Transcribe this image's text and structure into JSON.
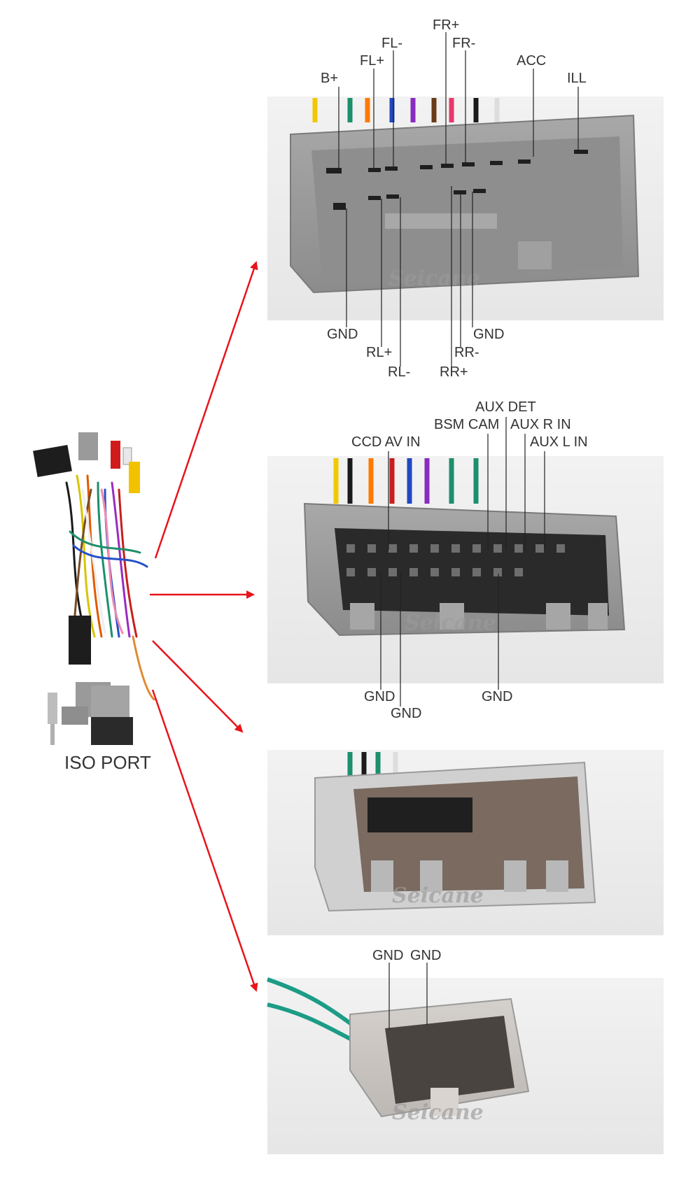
{
  "iso_port": {
    "label": "ISO PORT"
  },
  "watermark": "Seicane",
  "panels": [
    {
      "id": "connector-1",
      "top_labels": [
        "B+",
        "FL+",
        "FL-",
        "FR+",
        "FR-",
        "ACC",
        "ILL"
      ],
      "bottom_labels": [
        "GND",
        "RL+",
        "RL-",
        "RR-",
        "GND",
        "RR+"
      ]
    },
    {
      "id": "connector-2",
      "top_labels": [
        "CCD AV IN",
        "BSM CAM",
        "AUX DET",
        "AUX R IN",
        "AUX L IN"
      ],
      "bottom_labels": [
        "GND",
        "GND",
        "GND"
      ]
    },
    {
      "id": "connector-3",
      "top_labels": [],
      "bottom_labels": []
    },
    {
      "id": "connector-4",
      "top_labels": [
        "GND",
        "GND"
      ],
      "bottom_labels": []
    }
  ],
  "colors": {
    "arrow": "#e8141b",
    "connector_gray": "#9c9c9c",
    "panel_bg": "#eeeeee"
  }
}
